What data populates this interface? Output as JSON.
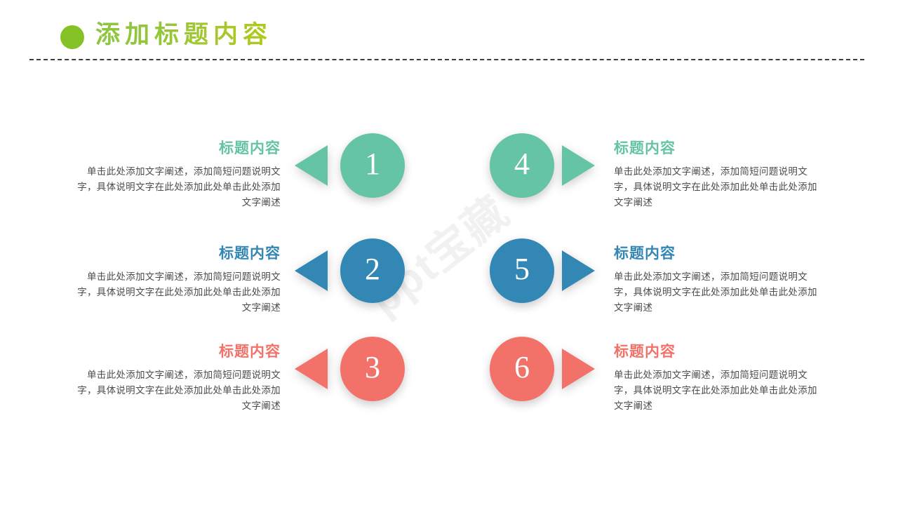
{
  "header": {
    "title": "添加标题内容",
    "bullet_icon": "filled-circle-bullet",
    "bullet_color": "#84c225",
    "title_color": "#9ac63c",
    "divider_style": "dashed"
  },
  "watermark": {
    "text": "ppt宝藏"
  },
  "palette": {
    "teal": "#64c4a5",
    "blue": "#3387b5",
    "coral": "#f2726a",
    "green": "#84c225",
    "body_text": "#4c4c4c"
  },
  "items": [
    {
      "number": "1",
      "side": "left",
      "color": "#64c4a5",
      "title": "标题内容",
      "body": "单击此处添加文字阐述，添加简短问题说明文字，具体说明文字在此处添加此处单击此处添加文字阐述",
      "arrow_icon": "triangle-left-icon"
    },
    {
      "number": "2",
      "side": "left",
      "color": "#3387b5",
      "title": "标题内容",
      "body": "单击此处添加文字阐述，添加简短问题说明文字，具体说明文字在此处添加此处单击此处添加文字阐述",
      "arrow_icon": "triangle-left-icon"
    },
    {
      "number": "3",
      "side": "left",
      "color": "#f2726a",
      "title": "标题内容",
      "body": "单击此处添加文字阐述，添加简短问题说明文字，具体说明文字在此处添加此处单击此处添加文字阐述",
      "arrow_icon": "triangle-left-icon"
    },
    {
      "number": "4",
      "side": "right",
      "color": "#64c4a5",
      "title": "标题内容",
      "body": "单击此处添加文字阐述，添加简短问题说明文字，具体说明文字在此处添加此处单击此处添加文字阐述",
      "arrow_icon": "triangle-right-icon"
    },
    {
      "number": "5",
      "side": "right",
      "color": "#3387b5",
      "title": "标题内容",
      "body": "单击此处添加文字阐述，添加简短问题说明文字，具体说明文字在此处添加此处单击此处添加文字阐述",
      "arrow_icon": "triangle-right-icon"
    },
    {
      "number": "6",
      "side": "right",
      "color": "#f2726a",
      "title": "标题内容",
      "body": "单击此处添加文字阐述，添加简短问题说明文字，具体说明文字在此处添加此处单击此处添加文字阐述",
      "arrow_icon": "triangle-right-icon"
    }
  ]
}
